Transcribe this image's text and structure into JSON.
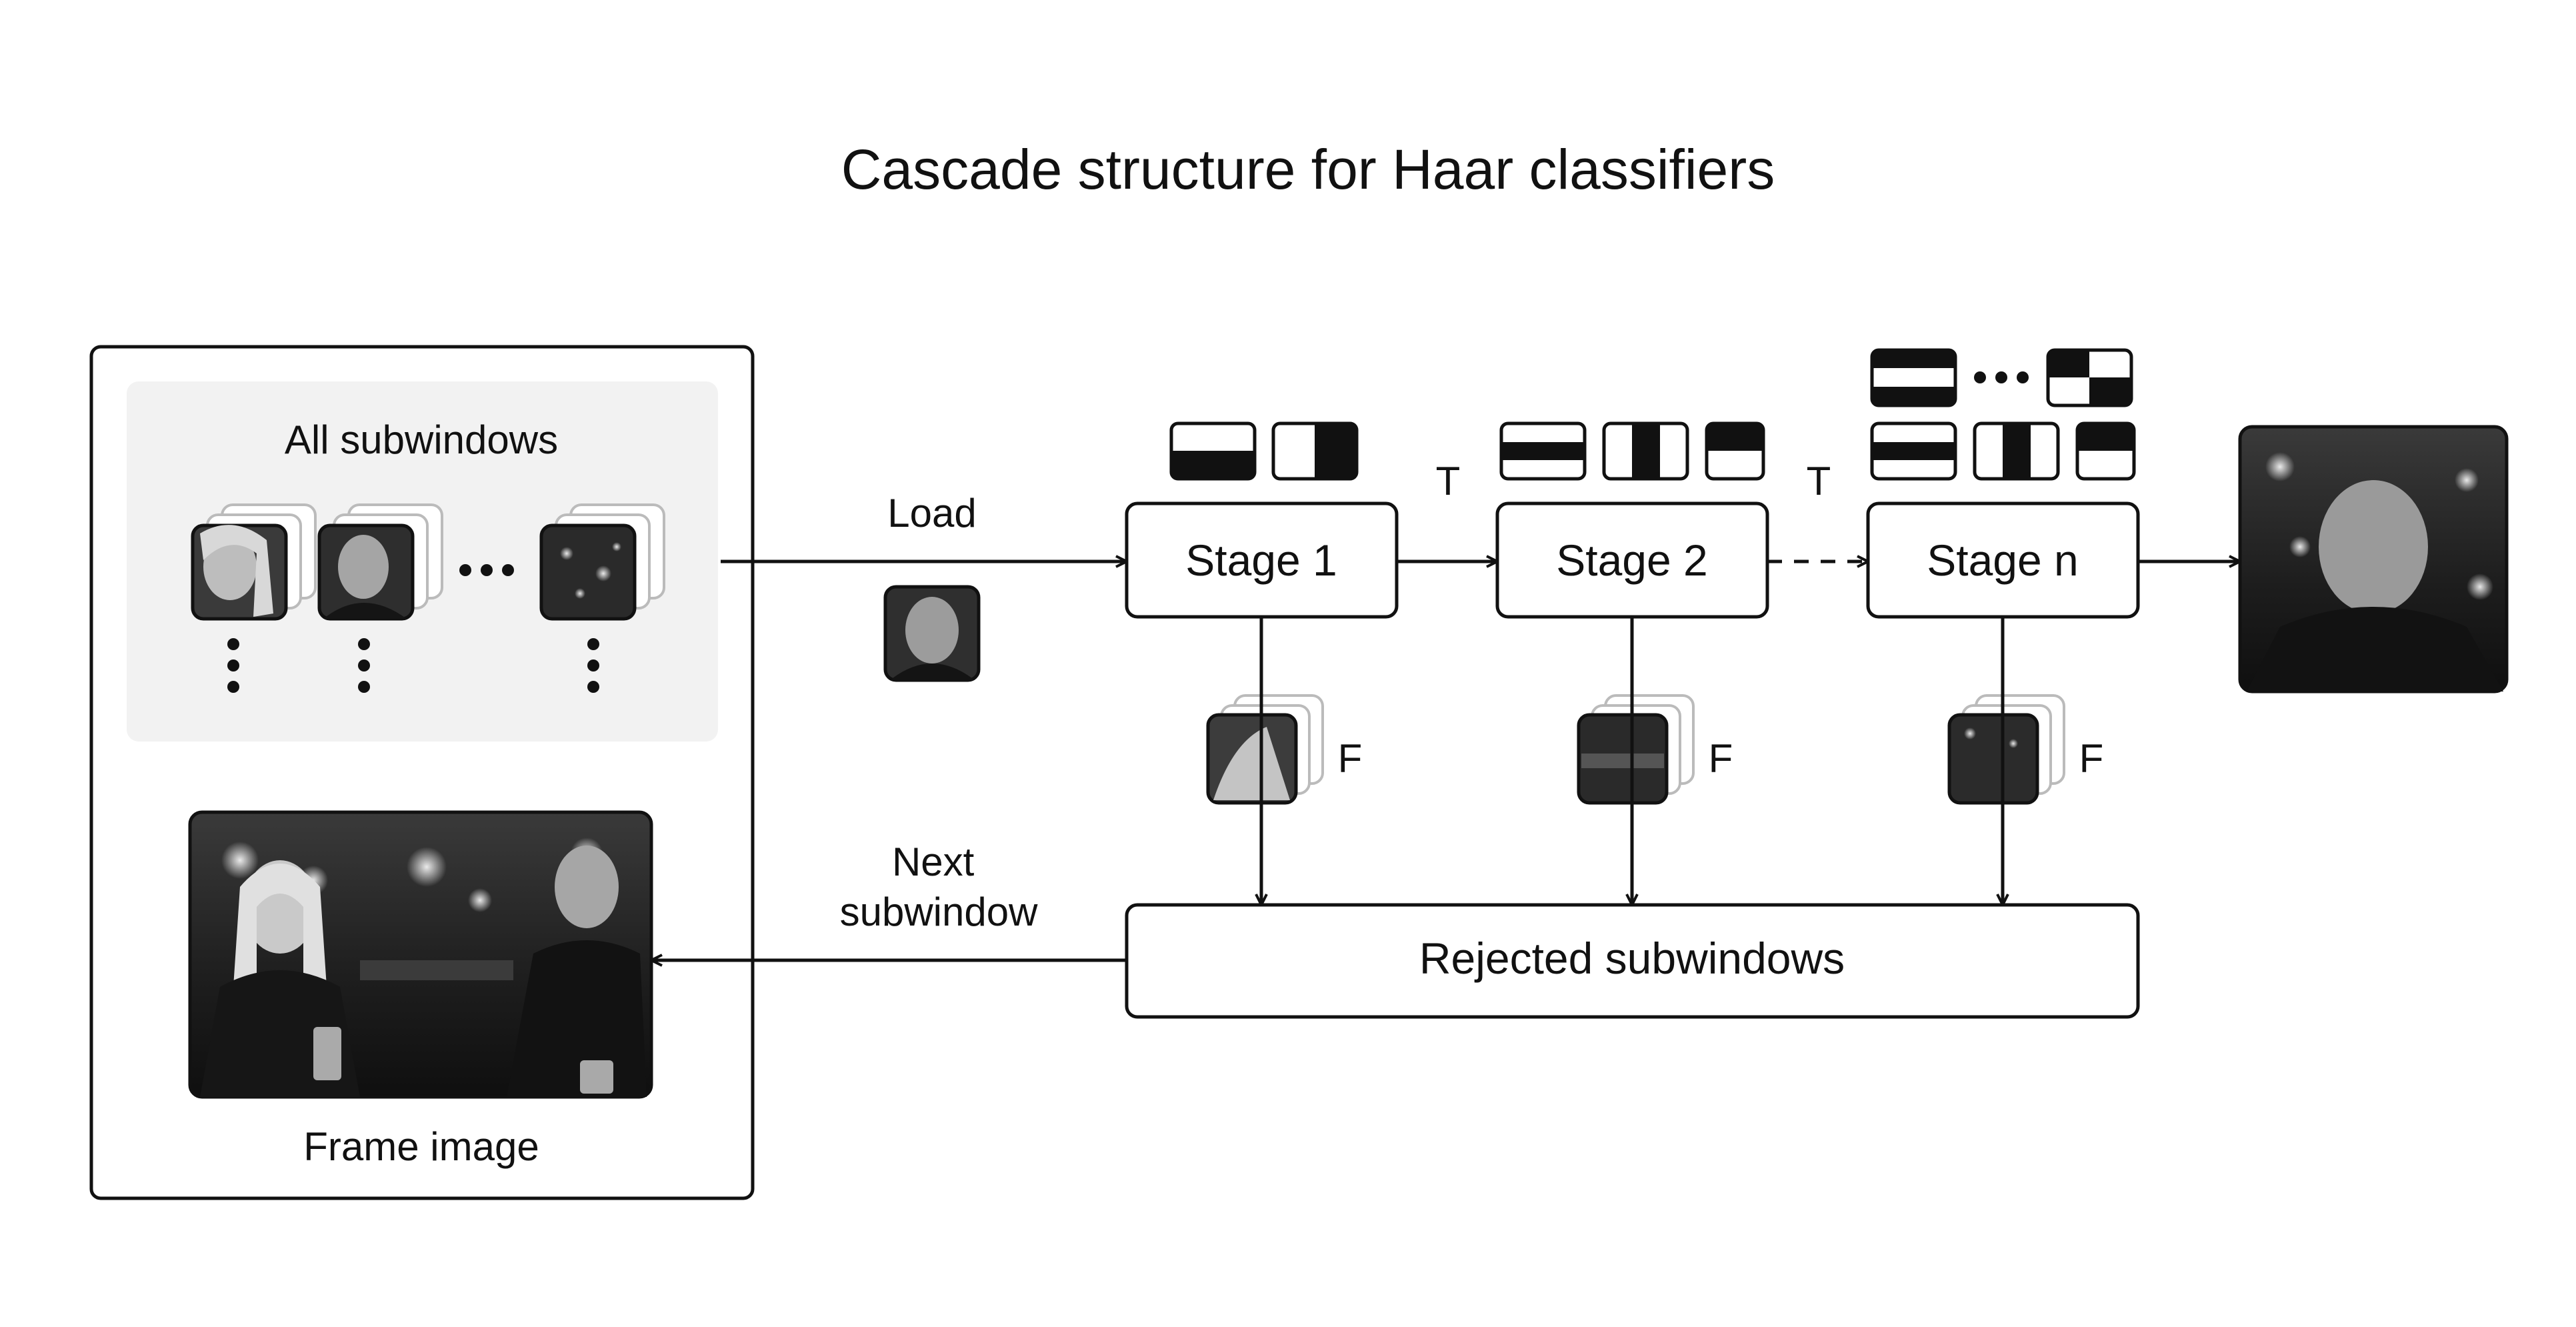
{
  "title": "Cascade structure for Haar classifiers",
  "left_panel": {
    "subwindows_label": "All subwindows",
    "frame_label": "Frame image"
  },
  "load_label": "Load",
  "next_label_line1": "Next",
  "next_label_line2": "subwindow",
  "stages": [
    {
      "label": "Stage 1"
    },
    {
      "label": "Stage 2"
    },
    {
      "label": "Stage n"
    }
  ],
  "true_label": "T",
  "false_label": "F",
  "rejected_label": "Rejected subwindows",
  "colors": {
    "stroke": "#111111",
    "panel_fill": "#f2f2f2",
    "photo_dark": "#1c1c1c",
    "photo_mid": "#4a4a4a",
    "photo_light": "#bdbdbd"
  },
  "icons": [
    "face-thumbnail",
    "haar-feature-icon",
    "city-night-photo"
  ]
}
